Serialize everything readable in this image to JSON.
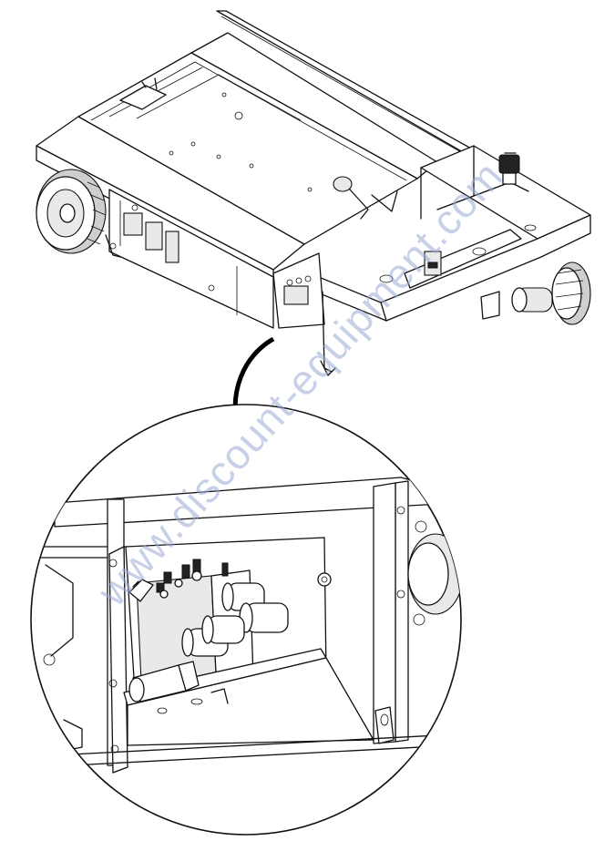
{
  "watermark": {
    "text": "www.discount-equipment.com",
    "color": "#9aa9d6"
  },
  "figure": {
    "subject": "platform-lift-chassis-with-hydraulic-manifold-detail",
    "callout": "detail-circle-enlargement",
    "line_color": "#111111",
    "background": "#ffffff"
  }
}
